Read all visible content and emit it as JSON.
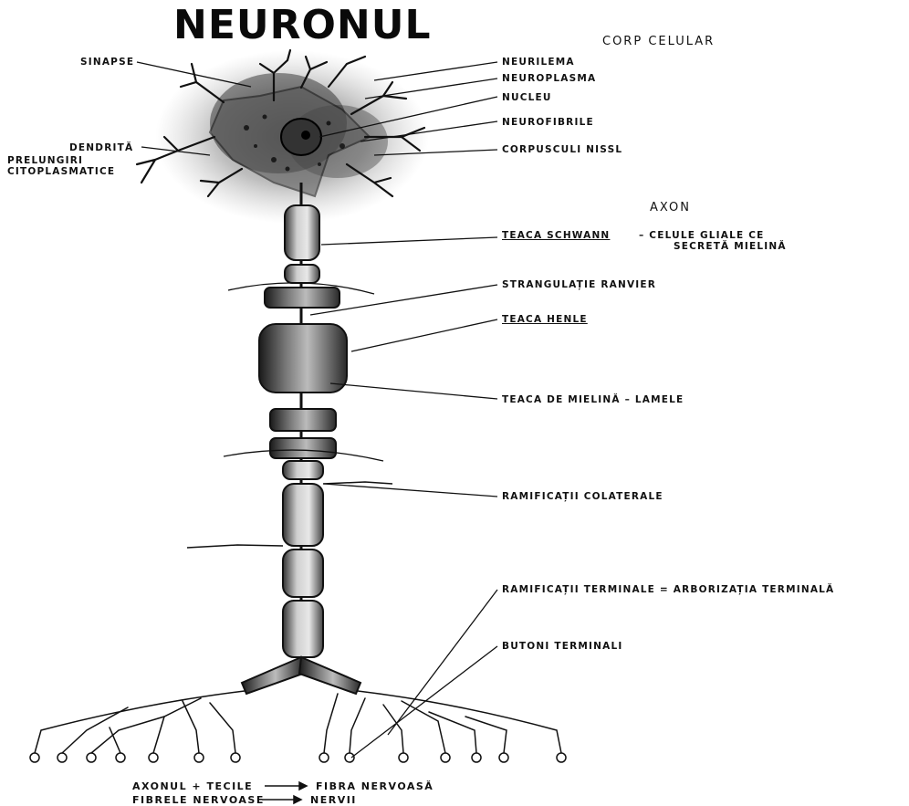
{
  "title": "NEURONUL",
  "sections": {
    "body": "CORP CELULAR",
    "axon": "AXON"
  },
  "labels_left": {
    "sinapse": "SINAPSE",
    "dendrita": "DENDRITĂ",
    "prelungiri": "PRELUNGIRI",
    "citoplasmatice": "CITOPLASMATICE"
  },
  "labels_right": {
    "neurilema": "NEURILEMA",
    "neuroplasma": "NEUROPLASMA",
    "nucleu": "NUCLEU",
    "neurofibrile": "NEUROFIBRILE",
    "corpusculi": "CORPUSCULI NISSL",
    "teaca_schwann": "TEACA SCHWANN",
    "schwann_desc1": "– CELULE GLIALE CE",
    "schwann_desc2": "SECRETĂ MIELINĂ",
    "ranvier": "STRANGULAȚIE RANVIER",
    "teaca_henle": "TEACA HENLE",
    "mielina": "TEACA DE MIELINĂ – LAMELE",
    "colaterale": "RAMIFICAȚII COLATERALE",
    "terminale": "RAMIFICAȚII TERMINALE = ARBORIZAȚIA TERMINALĂ",
    "butoni": "BUTONI TERMINALI"
  },
  "footer": {
    "line1_a": "AXONUL + TECILE",
    "line1_b": "FIBRA NERVOASĂ",
    "line2_a": "FIBRELE NERVOASE",
    "line2_b": "NERVII",
    "arrow": "→"
  }
}
